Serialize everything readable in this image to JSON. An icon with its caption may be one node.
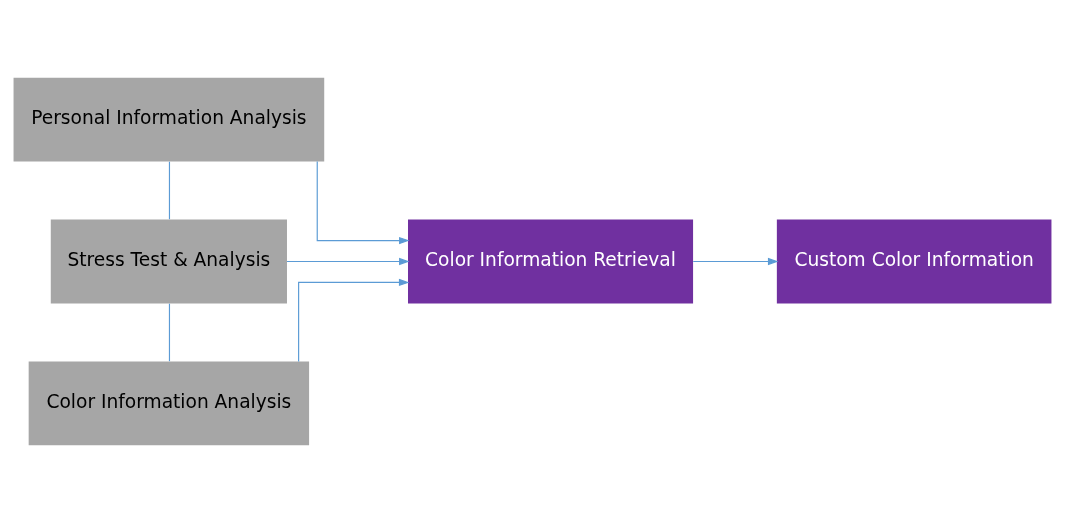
{
  "diagram": {
    "nodes": [
      {
        "text": [
          "Personal Information Analysis"
        ]
      },
      {
        "text": [
          "Stress Test & Analysis"
        ]
      },
      {
        "text": [
          "Color Information Analysis"
        ]
      },
      {
        "text": [
          "Color Information Retrieval"
        ]
      },
      {
        "text": [
          "Custom Color Information"
        ]
      }
    ],
    "edges": [
      {
        "from": 0,
        "to": 1,
        "arrow": "none"
      },
      {
        "from": 1,
        "to": 2,
        "arrow": "none"
      },
      {
        "from": 0,
        "to": 3,
        "arrow": "to"
      },
      {
        "from": 1,
        "to": 3,
        "arrow": "to"
      },
      {
        "from": 2,
        "to": 3,
        "arrow": "to"
      },
      {
        "from": 3,
        "to": 4,
        "arrow": "to"
      }
    ]
  }
}
